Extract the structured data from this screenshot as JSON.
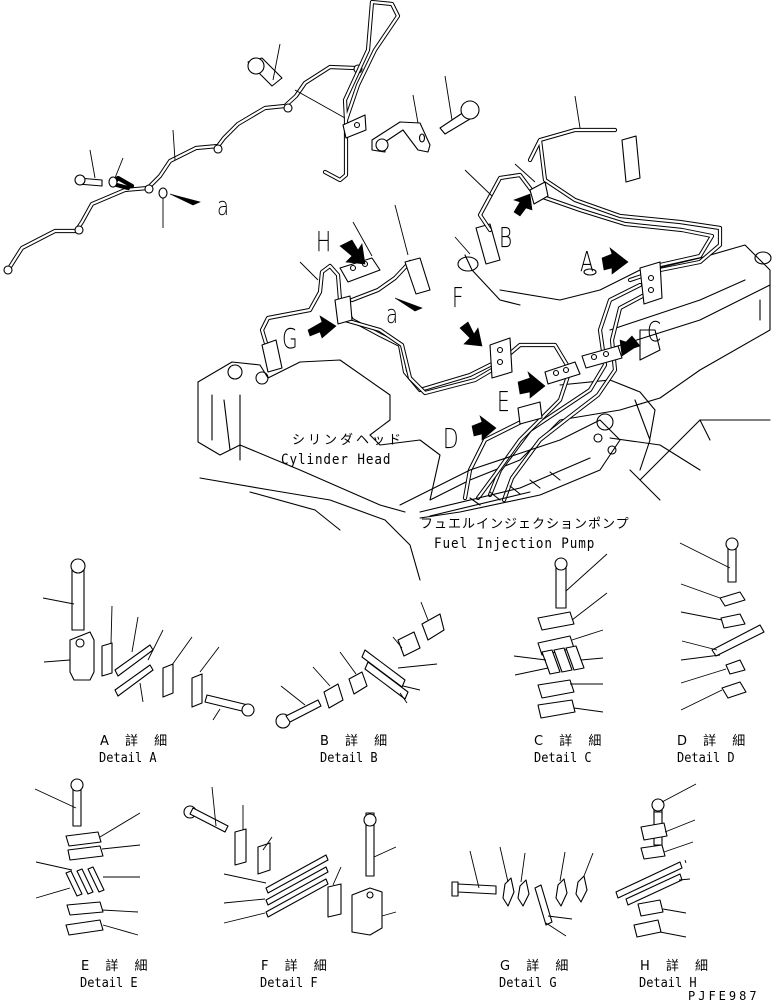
{
  "diagram": {
    "type": "exploded parts diagram",
    "subject": "Fuel injection pipes and clamps",
    "drawing_code": "PJFE987",
    "callouts": {
      "H": "H",
      "G": "G",
      "F": "F",
      "B": "B",
      "A": "A",
      "C": "C",
      "E": "E",
      "D": "D",
      "a_top": "a",
      "a_mid": "a"
    },
    "component_labels": {
      "cylinder_head_jp": "シリンダヘッド",
      "cylinder_head_en": "Cylinder Head",
      "fuel_pump_jp": "フュエルインジェクションポンプ",
      "fuel_pump_en": "Fuel Injection Pump"
    },
    "details": [
      {
        "id": "A",
        "jp": "A 詳 細",
        "en": "Detail A"
      },
      {
        "id": "B",
        "jp": "B 詳 細",
        "en": "Detail B"
      },
      {
        "id": "C",
        "jp": "C 詳 細",
        "en": "Detail C"
      },
      {
        "id": "D",
        "jp": "D 詳 細",
        "en": "Detail D"
      },
      {
        "id": "E",
        "jp": "E 詳 細",
        "en": "Detail E"
      },
      {
        "id": "F",
        "jp": "F 詳 細",
        "en": "Detail F"
      },
      {
        "id": "G",
        "jp": "G 詳 細",
        "en": "Detail G"
      },
      {
        "id": "H",
        "jp": "H 詳 細",
        "en": "Detail H"
      }
    ]
  }
}
